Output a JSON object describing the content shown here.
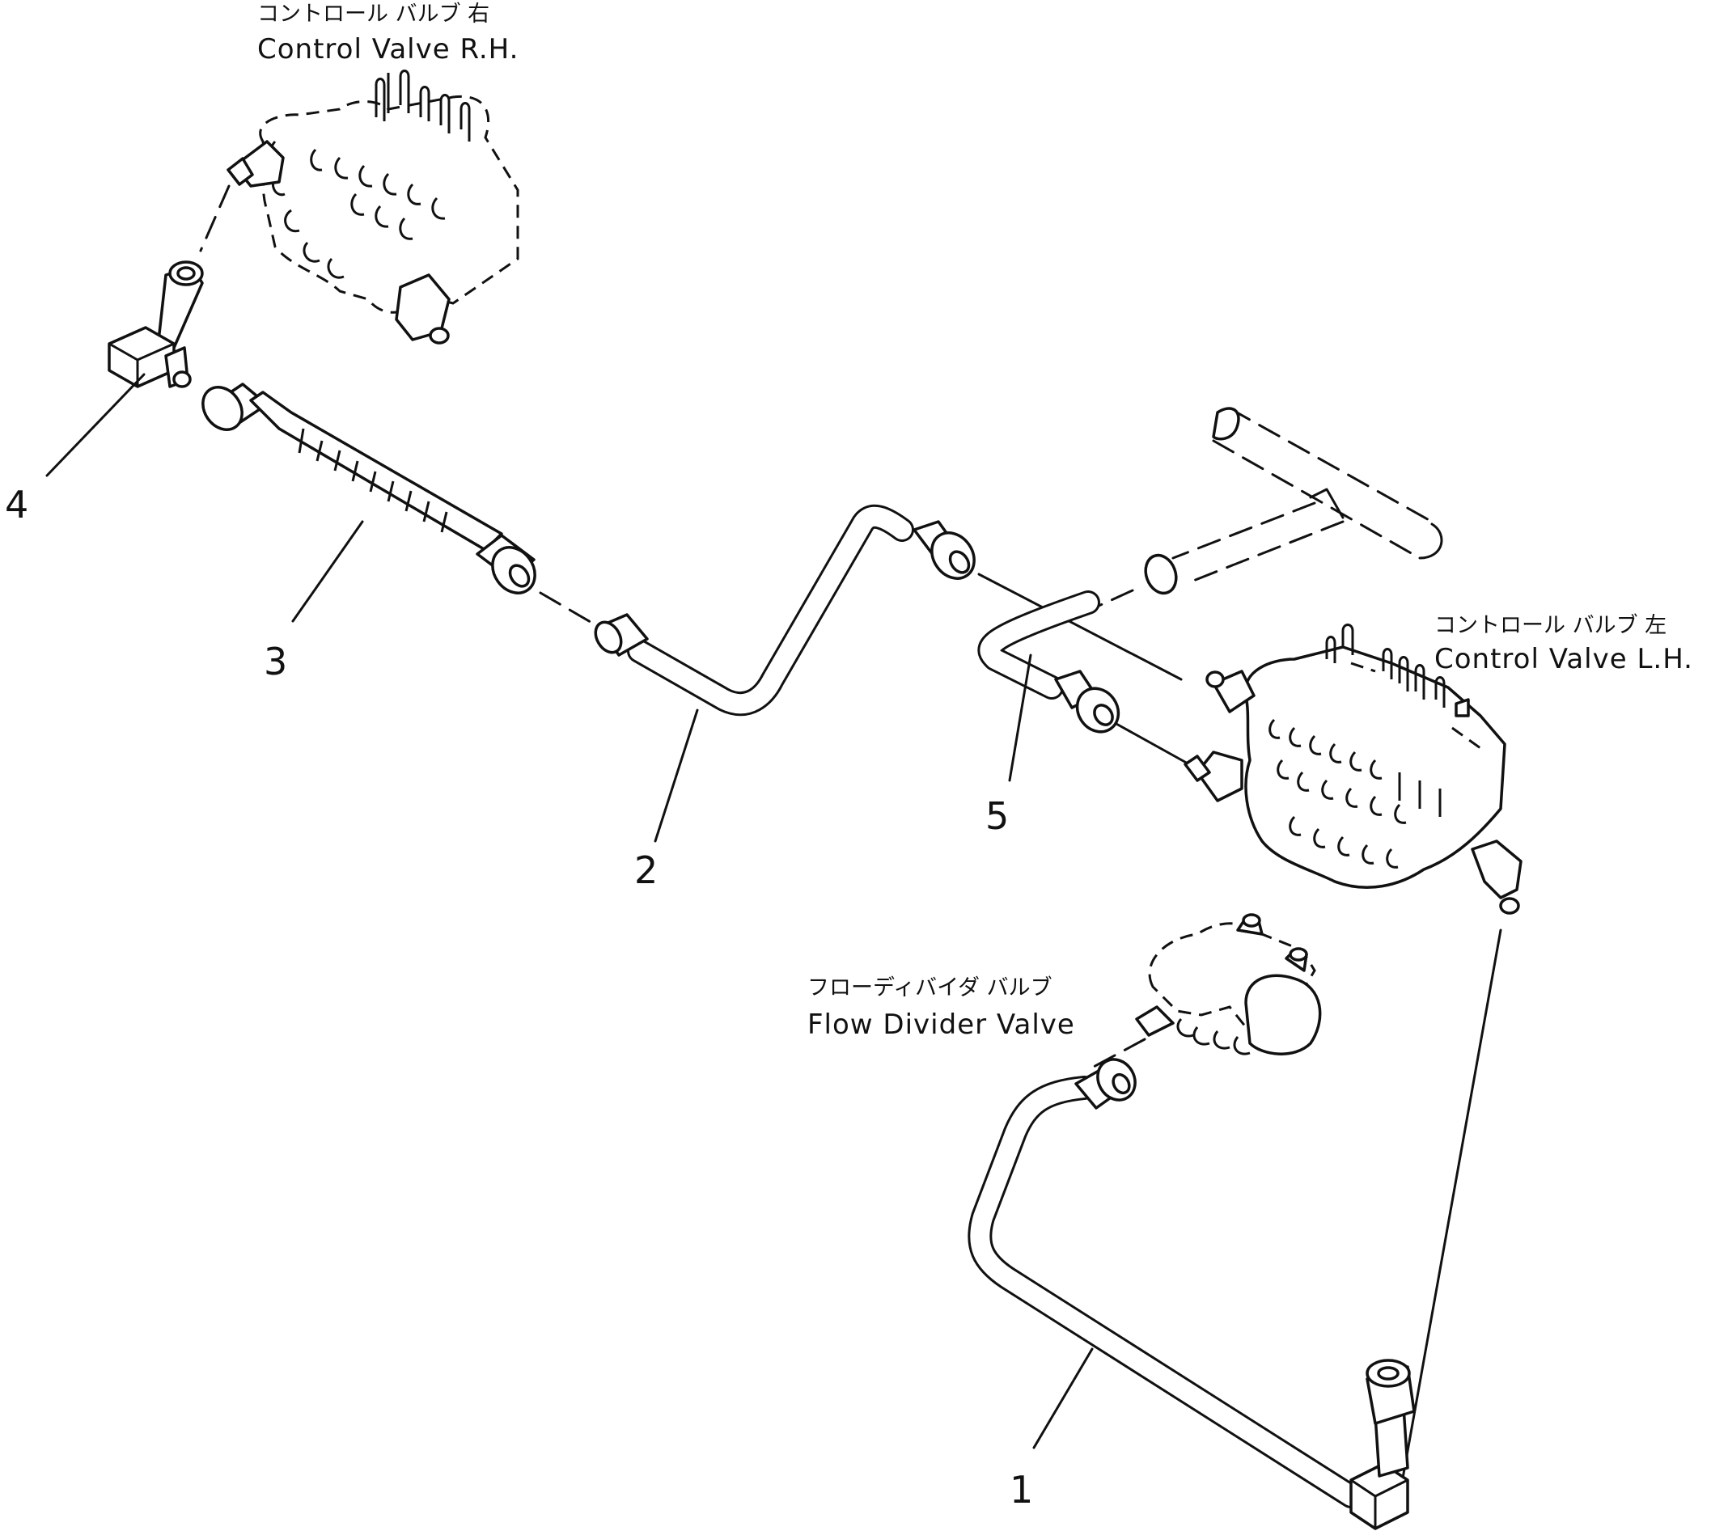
{
  "labels": {
    "cv_rh_jp": "コントロール バルブ 右",
    "cv_rh_en": "Control Valve R.H.",
    "cv_lh_jp": "コントロール バルブ 左",
    "cv_lh_en": "Control Valve L.H.",
    "fdv_jp": "フローディバイダ バルブ",
    "fdv_en": "Flow Divider Valve"
  },
  "part_numbers": [
    "1",
    "2",
    "3",
    "4",
    "5"
  ]
}
